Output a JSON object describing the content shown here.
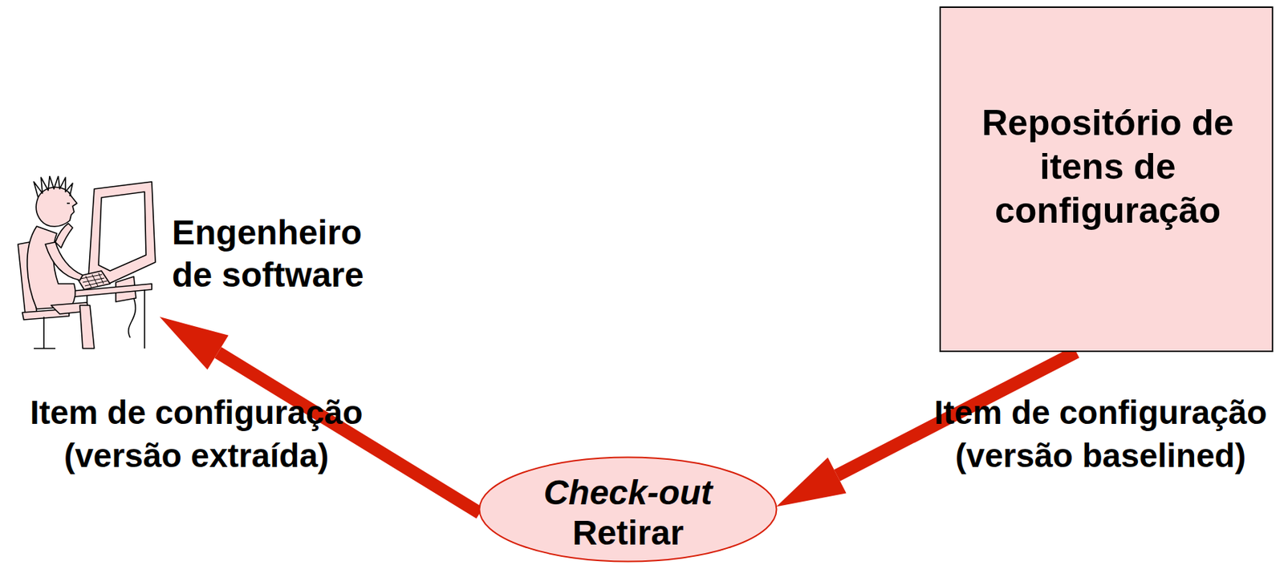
{
  "diagram": {
    "nodes": [
      {
        "text": [
          "Engenheiro de software"
        ]
      },
      {
        "text": [
          "Repositório de itens de configuração"
        ]
      },
      {
        "text": [
          "Check-out",
          "Retirar"
        ]
      }
    ],
    "edges": [
      {
        "from": 1,
        "to": 2,
        "arrow": "to",
        "label": "Item de configuração (versão baselined)"
      },
      {
        "from": 2,
        "to": 0,
        "arrow": "to",
        "label": "Item de configuração (versão extraída)"
      }
    ]
  }
}
